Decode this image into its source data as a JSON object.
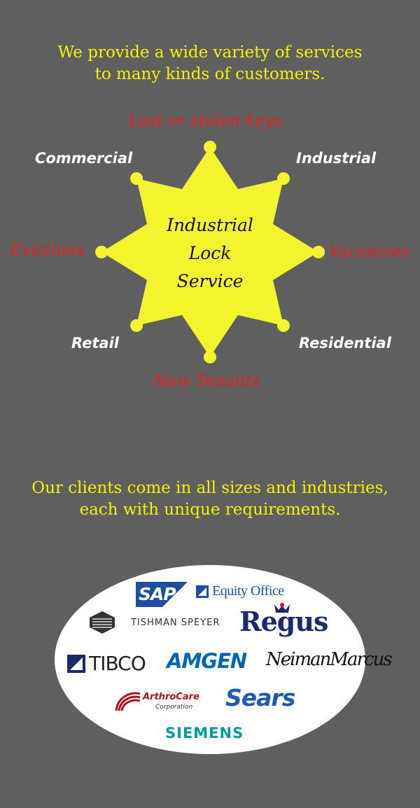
{
  "intro": {
    "line1": "We provide a wide variety of services",
    "line2": "to many kinds of customers."
  },
  "diagram": {
    "center_line1": "Industrial",
    "center_line2": "Lock",
    "center_line3": "Service",
    "labels": {
      "top": "Lost or stolen keys",
      "top_left": "Commercial",
      "top_right": "Industrial",
      "left": "Evictions",
      "right": "Vacancies",
      "bottom_left": "Retail",
      "bottom_right": "Residential",
      "bottom": "New Tenants"
    },
    "colors": {
      "star": "#f4f42e",
      "red_label": "#ee1c1c",
      "white_label": "#ffffff"
    }
  },
  "clients_intro": {
    "line1": "Our clients come in all sizes and industries,",
    "line2": "each with unique requirements."
  },
  "clients": {
    "sap": "SAP",
    "equity_office": "Equity Office",
    "tishman_speyer": "TISHMAN SPEYER",
    "regus": "Regus",
    "tibco": "TIBCO",
    "amgen": "AMGEN",
    "neiman_marcus": "NeimanMarcus",
    "arthrocare": "ArthroCare",
    "arthrocare_sub": "Corporation",
    "sears": "Sears",
    "siemens": "SIEMENS"
  },
  "colors": {
    "background": "#5f5f5f",
    "headline": "#f4f400",
    "sap_blue": "#1f4da0",
    "regus_navy": "#1a2a6c",
    "amgen_blue": "#0066b3",
    "sears_blue": "#1e5bb5",
    "siemens_teal": "#009aa0",
    "arthrocare_red": "#b3121f"
  }
}
